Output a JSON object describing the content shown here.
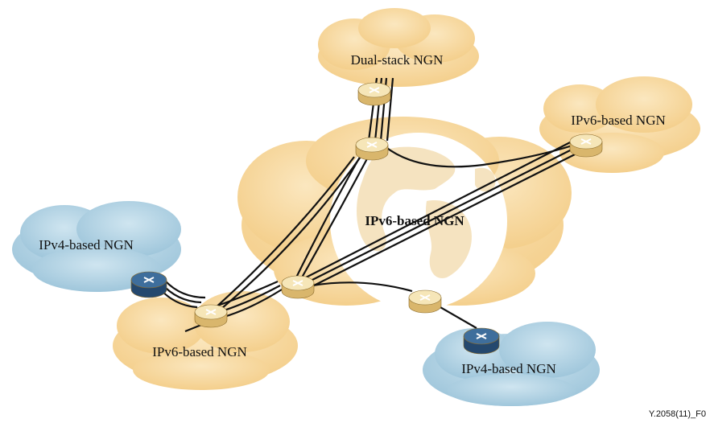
{
  "colors": {
    "ipv6_cloud": "#f7d9a2",
    "ipv4_cloud": "#b7d6e6",
    "ipv6_router": "#f6e6b8",
    "ipv4_router": "#3e6e9c",
    "globe": "#ffffff",
    "link": "#111111"
  },
  "labels": {
    "dual_stack": "Dual-stack NGN",
    "ipv6_top_right": "IPv6-based NGN",
    "ipv6_center": "IPv6-based NGN",
    "ipv4_left": "IPv4-based NGN",
    "ipv6_bottom_left": "IPv6-based NGN",
    "ipv4_bottom_right": "IPv4-based NGN"
  },
  "figure_id": "Y.2058(11)_F0"
}
